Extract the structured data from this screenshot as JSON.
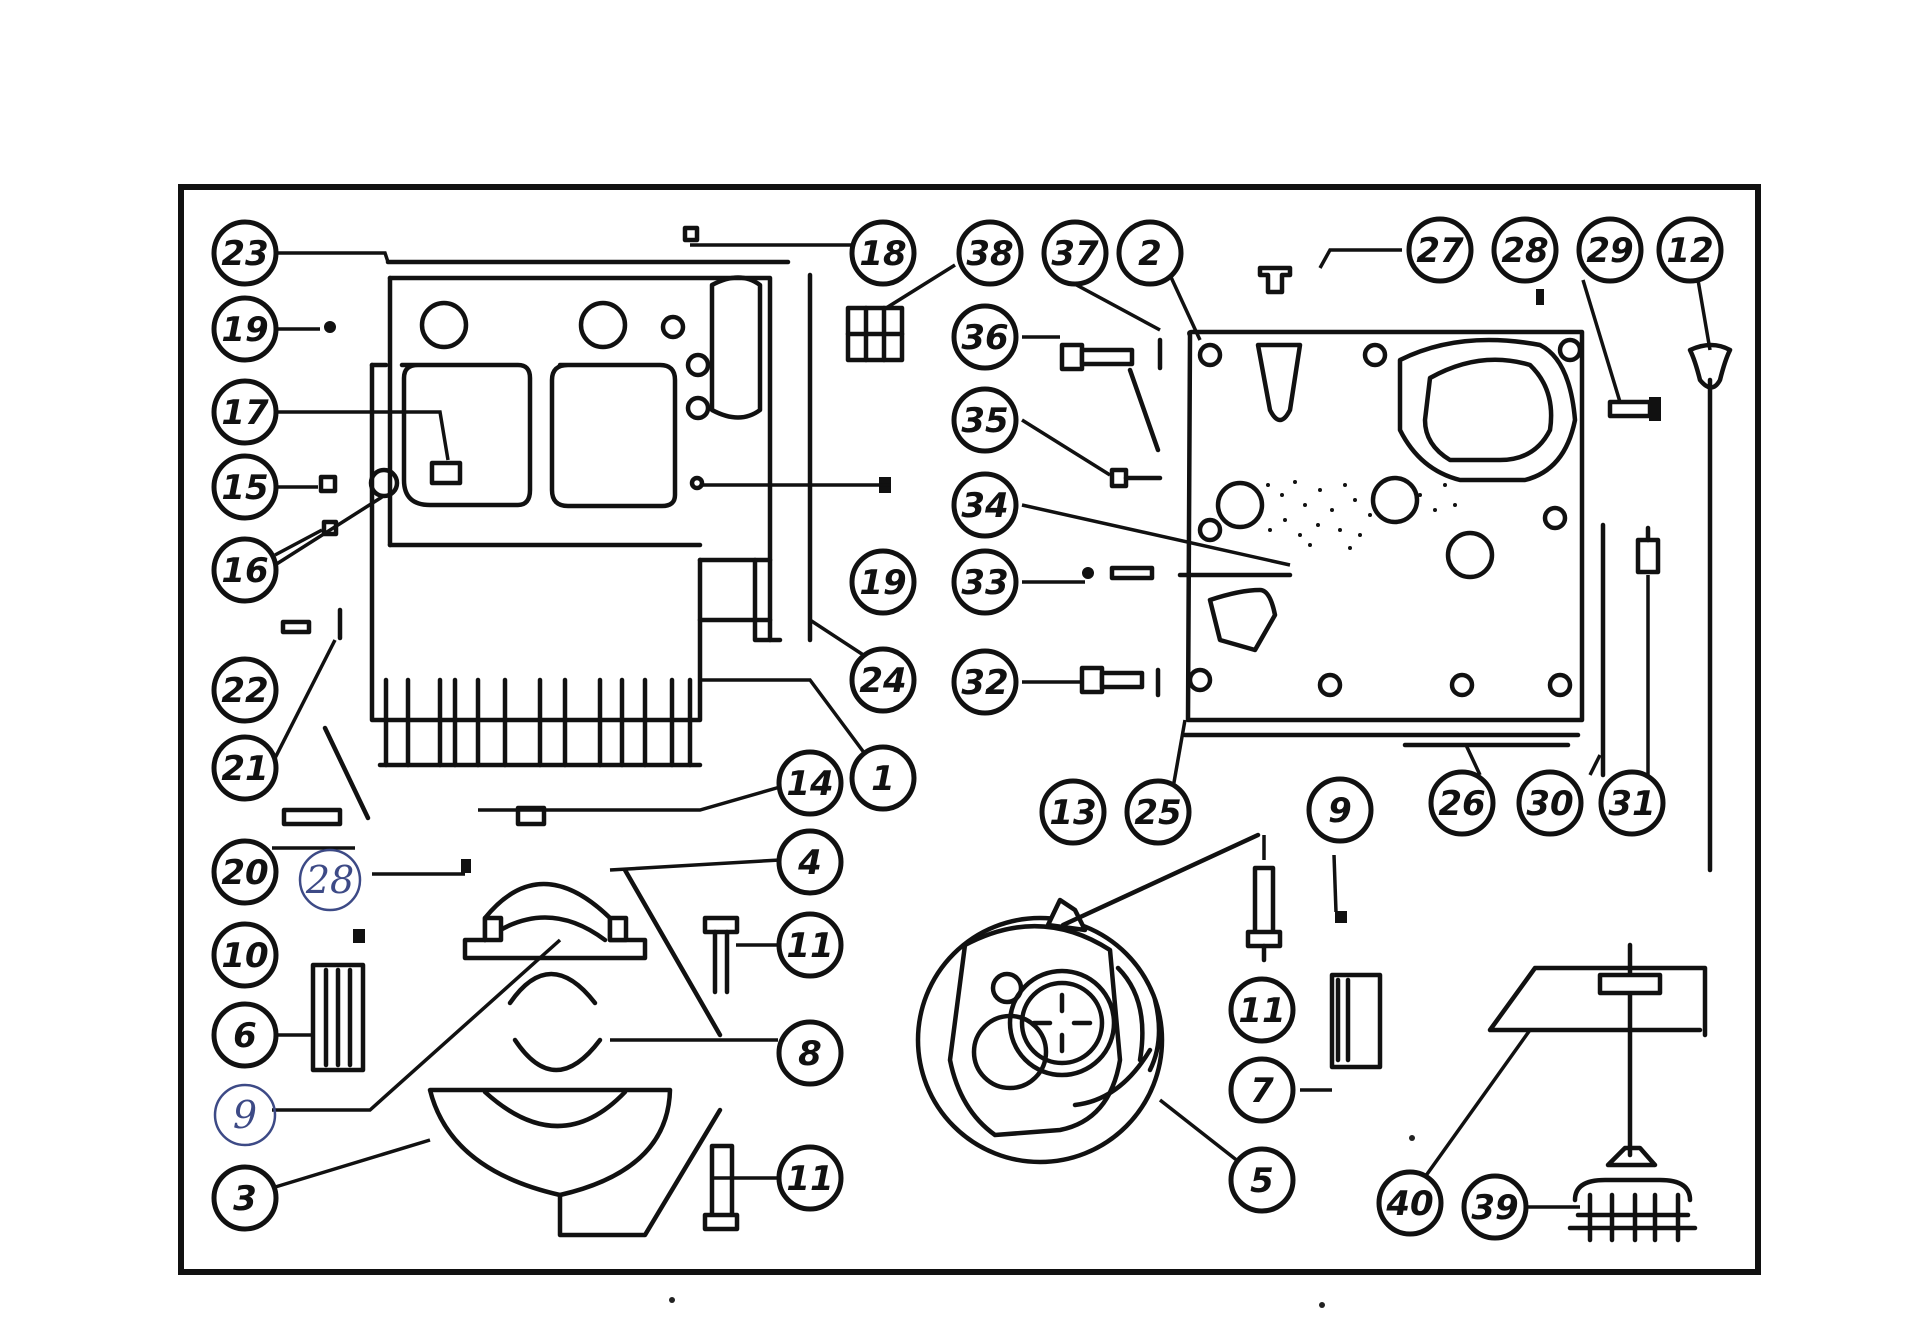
{
  "diagram": {
    "callouts": [
      {
        "id": "23",
        "label": "23"
      },
      {
        "id": "19a",
        "label": "19"
      },
      {
        "id": "17",
        "label": "17"
      },
      {
        "id": "15",
        "label": "15"
      },
      {
        "id": "16",
        "label": "16"
      },
      {
        "id": "22",
        "label": "22"
      },
      {
        "id": "21",
        "label": "21"
      },
      {
        "id": "20",
        "label": "20"
      },
      {
        "id": "10",
        "label": "10"
      },
      {
        "id": "6",
        "label": "6"
      },
      {
        "id": "3",
        "label": "3"
      },
      {
        "id": "18",
        "label": "18"
      },
      {
        "id": "38",
        "label": "38"
      },
      {
        "id": "19b",
        "label": "19"
      },
      {
        "id": "24",
        "label": "24"
      },
      {
        "id": "1",
        "label": "1"
      },
      {
        "id": "14",
        "label": "14"
      },
      {
        "id": "4",
        "label": "4"
      },
      {
        "id": "11a",
        "label": "11"
      },
      {
        "id": "8",
        "label": "8"
      },
      {
        "id": "11b",
        "label": "11"
      },
      {
        "id": "37",
        "label": "37"
      },
      {
        "id": "2",
        "label": "2"
      },
      {
        "id": "36",
        "label": "36"
      },
      {
        "id": "35",
        "label": "35"
      },
      {
        "id": "34",
        "label": "34"
      },
      {
        "id": "33",
        "label": "33"
      },
      {
        "id": "32",
        "label": "32"
      },
      {
        "id": "27",
        "label": "27"
      },
      {
        "id": "28",
        "label": "28"
      },
      {
        "id": "29",
        "label": "29"
      },
      {
        "id": "12",
        "label": "12"
      },
      {
        "id": "13",
        "label": "13"
      },
      {
        "id": "25",
        "label": "25"
      },
      {
        "id": "9",
        "label": "9"
      },
      {
        "id": "26",
        "label": "26"
      },
      {
        "id": "30",
        "label": "30"
      },
      {
        "id": "31",
        "label": "31"
      },
      {
        "id": "11c",
        "label": "11"
      },
      {
        "id": "7",
        "label": "7"
      },
      {
        "id": "5",
        "label": "5"
      },
      {
        "id": "40",
        "label": "40"
      },
      {
        "id": "39",
        "label": "39"
      }
    ],
    "handwritten": [
      {
        "id": "28h",
        "label": "28"
      },
      {
        "id": "9h",
        "label": "9"
      }
    ]
  }
}
